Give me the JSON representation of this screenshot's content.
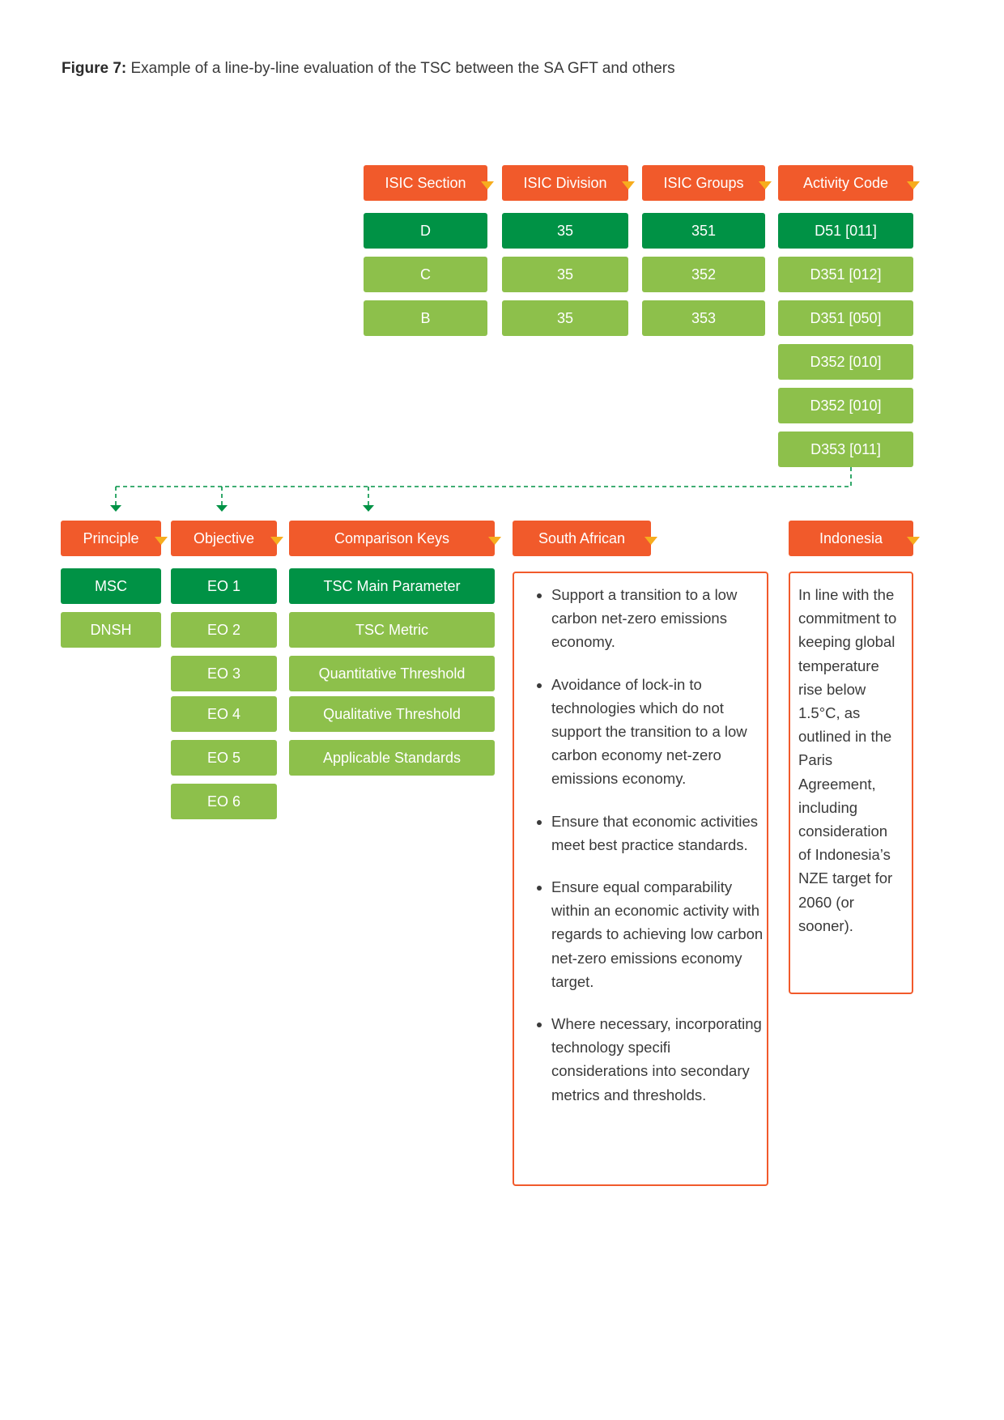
{
  "caption": {
    "label": "Figure 7:",
    "text": " Example of a line-by-line evaluation of the TSC between the SA GFT and others"
  },
  "top_headers": [
    "ISIC Section",
    "ISIC Division",
    "ISIC Groups",
    "Activity Code"
  ],
  "isic_section": [
    "D",
    "C",
    "B"
  ],
  "isic_division": [
    "35",
    "35",
    "35"
  ],
  "isic_groups": [
    "351",
    "352",
    "353"
  ],
  "activity_code": [
    "D51 [011]",
    "D351 [012]",
    "D351 [050]",
    "D352 [010]",
    "D352 [010]",
    "D353 [011]"
  ],
  "bottom_headers": {
    "principle": "Principle",
    "objective": "Objective",
    "comparison_keys": "Comparison Keys",
    "south_african": "South African",
    "indonesia": "Indonesia"
  },
  "principle": [
    "MSC",
    "DNSH"
  ],
  "objective": [
    "EO 1",
    "EO 2",
    "EO 3",
    "EO 4",
    "EO 5",
    "EO 6"
  ],
  "comparison_keys": [
    "TSC Main Parameter",
    "TSC Metric",
    "Quantitative Threshold",
    "Qualitative Threshold",
    "Applicable Standards"
  ],
  "south_african": [
    "Support a transition to a low carbon net-zero emissions economy.",
    "Avoidance of lock-in to technologies which do not support the transition to a low carbon economy net-zero emissions economy.",
    "Ensure that economic activities meet best practice standards.",
    "Ensure equal comparability within an economic activity with regards to achieving low carbon net-zero emissions economy target.",
    "Where necessary, incorporating technology specifi considerations into secondary metrics and thresholds."
  ],
  "indonesia": "In line with the commitment to keeping global temperature rise below 1.5°C, as outlined in the Paris Agreement, including consideration of Indonesia’s NZE target for 2060 (or sooner).",
  "colors": {
    "header": "#f15a2b",
    "header_marker": "#f7ad1e",
    "primary": "#009245",
    "secondary": "#8dc04b",
    "connector": "#009245"
  }
}
